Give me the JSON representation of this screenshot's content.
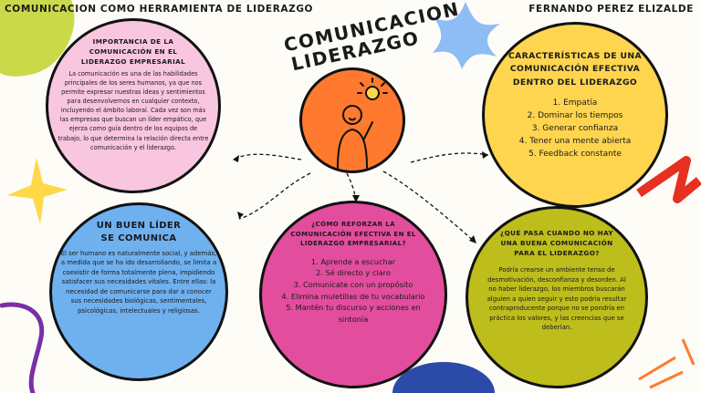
{
  "header": {
    "left_title": "COMUNICACION COMO HERRAMIENTA DE LIDERAZGO",
    "author": "FERNANDO PEREZ ELIZALDE"
  },
  "center": {
    "title_line1": "COMUNICACION",
    "title_line2": "LIDERAZGO"
  },
  "importancia": {
    "title": "IMPORTANCIA DE LA COMUNICACIÓN EN EL LIDERAZGO EMPRESARIAL",
    "text": "La comunicación es una de las habilidades principales de los seres humanos, ya que nos permite expresar nuestras ideas y sentimientos para desenvolvernos en cualquier contexto, incluyendo el ámbito laboral. Cada vez son más las empresas que buscan un líder empático, que ejerza como guía dentro de los equipos de trabajo, lo que determina la relación directa entre comunicación y el liderazgo."
  },
  "caracteristicas": {
    "title": "CARACTERÍSTICAS DE UNA COMUNICACIÓN EFECTIVA DENTRO DEL LIDERAZGO",
    "items": [
      "1. Empatía",
      "2. Dominar los tiempos",
      "3. Generar confianza",
      "4. Tener una mente abierta",
      "5. Feedback constante"
    ]
  },
  "buen_lider": {
    "title": "UN BUEN LÍDER SE COMUNICA",
    "text": "El ser humano es naturalmente social, y además, a medida que se ha ido desarrollando, se limita a coexistir de forma totalmente plena, impidiendo satisfacer sus necesidades vitales. Entre ellas: la necesidad de comunicarse para dar a conocer sus necesidades biológicas, sentimentales, psicológicas, intelectuales y religiosas."
  },
  "reforzar": {
    "title": "¿CÓMO REFORZAR LA COMUNICACIÓN EFECTIVA EN EL LIDERAZGO EMPRESARIAL?",
    "items": [
      "1. Aprende a escuchar",
      "2. Sé directo y claro",
      "3. Comunícate con un propósito",
      "4. Elimina muletillas de tu vocabulario",
      "5. Mantén tu discurso y acciones en sintonía"
    ]
  },
  "sin_liderazgo": {
    "title": "¿QUÉ PASA CUANDO NO HAY UNA BUENA COMUNICACIÓN PARA EL LIDERAZGO?",
    "text": "Podría crearse un ambiente tenso de desmotivación, desconfianza y desorden. Al no haber liderazgo, los miembros buscarán alguien a quien seguir y esto podría resultar contraproducente porque no se pondría en práctica los valores, y las creencias que se deberían."
  },
  "colors": {
    "pink": "#f9c6df",
    "yellow": "#ffd54f",
    "blue": "#6fb0ef",
    "magenta": "#e34d9e",
    "olive": "#bdbd1c",
    "orange": "#ff7a2e",
    "red": "#e63022",
    "lightblue": "#8ebcf5",
    "star": "#ffd84a",
    "purple": "#7a2fa6",
    "lime": "#c9d94a",
    "navy": "#2c4aa8"
  }
}
